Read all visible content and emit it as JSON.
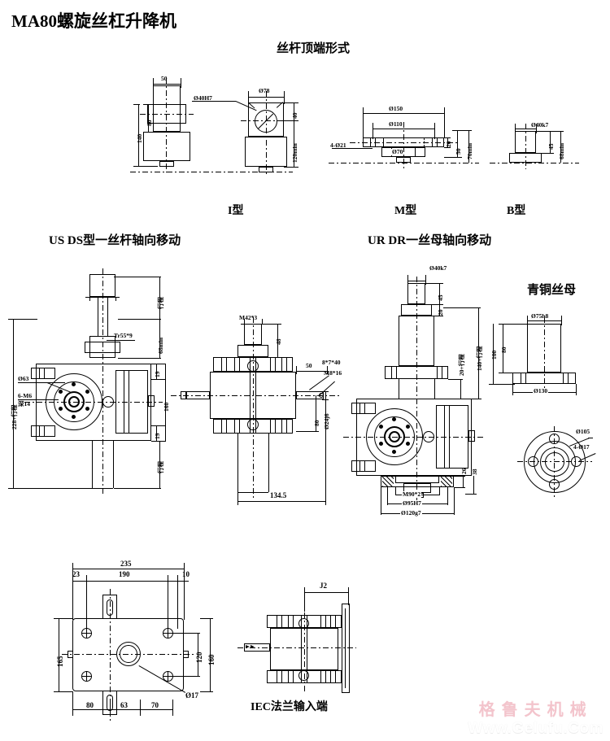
{
  "document": {
    "title": "MA80螺旋丝杠升降机"
  },
  "sections": [
    {
      "key": "screw_top_forms",
      "title": "丝杆顶端形式"
    },
    {
      "key": "us_ds",
      "title": "US  DS型一丝杆轴向移动"
    },
    {
      "key": "ur_dr",
      "title": "UR  DR一丝母轴向移动"
    },
    {
      "key": "bronze_nut",
      "title": "青铜丝母"
    },
    {
      "key": "iec_flange",
      "title": "IEC法兰输入端"
    }
  ],
  "view_labels": {
    "type_i": "I型",
    "type_m": "M型",
    "type_b": "B型",
    "iec": "IEC法兰输入端"
  },
  "dimensions": {
    "type_i": {
      "width_top": "50",
      "height_mid": "80",
      "height_total": "140",
      "bore": "Ø40H7",
      "outer_dia": "Ø78",
      "height_40": "40",
      "height_120min": "120min"
    },
    "type_m": {
      "flange_dia": "Ø150",
      "bolt_circle": "Ø110",
      "hub_dia": "Ø70",
      "holes": "4-Ø21",
      "flange_thk": "20",
      "height_50": "50",
      "height_70min": "70min"
    },
    "type_b": {
      "shaft_dia": "Ø40k7",
      "height_45": "45",
      "height_68min": "68min"
    },
    "us_ds": {
      "stroke_top": "行程",
      "stroke_bottom": "行程",
      "thread": "Tr55*9",
      "h_68min": "68min",
      "total_height": "228+行程",
      "flange_dia": "Ø63",
      "tapped_holes": "6-M6",
      "depth": "深14",
      "h_19a": "19",
      "h_160": "160",
      "h_19b": "19"
    },
    "center_view": {
      "thread_top": "M42*3",
      "h_48": "48",
      "w_50": "50",
      "key": "8*7*40",
      "tap": "M8*16",
      "h_80": "80",
      "shaft": "Ø24j6",
      "length": "134.5"
    },
    "ur_dr": {
      "shaft_dia": "Ø40k7",
      "h_45": "45",
      "h_20": "20",
      "h_140_stroke": "140+行程",
      "h_20_stroke": "20+行程",
      "h_26": "26",
      "h_38": "38",
      "thread": "M90*2",
      "bore": "Ø95H7",
      "outer": "Ø120g7"
    },
    "bronze_nut": {
      "dia_75": "Ø75h8",
      "h_80": "80",
      "h_100": "100",
      "dia_130": "Ø130"
    },
    "flange_round": {
      "bolt_circle": "Ø105",
      "holes": "4-Ø17"
    },
    "base_plate": {
      "w_235": "235",
      "w_23": "23",
      "w_190": "190",
      "w_10": "10",
      "h_165": "165",
      "h_120": "120",
      "h_160": "160",
      "hole": "Ø17",
      "w_80": "80",
      "w_63": "63",
      "w_70": "70"
    },
    "iec_flange": {
      "j2": "J2"
    }
  },
  "watermark": {
    "chinese": "格鲁夫机械",
    "url": "Www.Gelufu.Com",
    "color_cn": "#f3c4cc",
    "color_en": "#f2f2f2"
  },
  "colors": {
    "line": "#000000",
    "background": "#ffffff"
  }
}
